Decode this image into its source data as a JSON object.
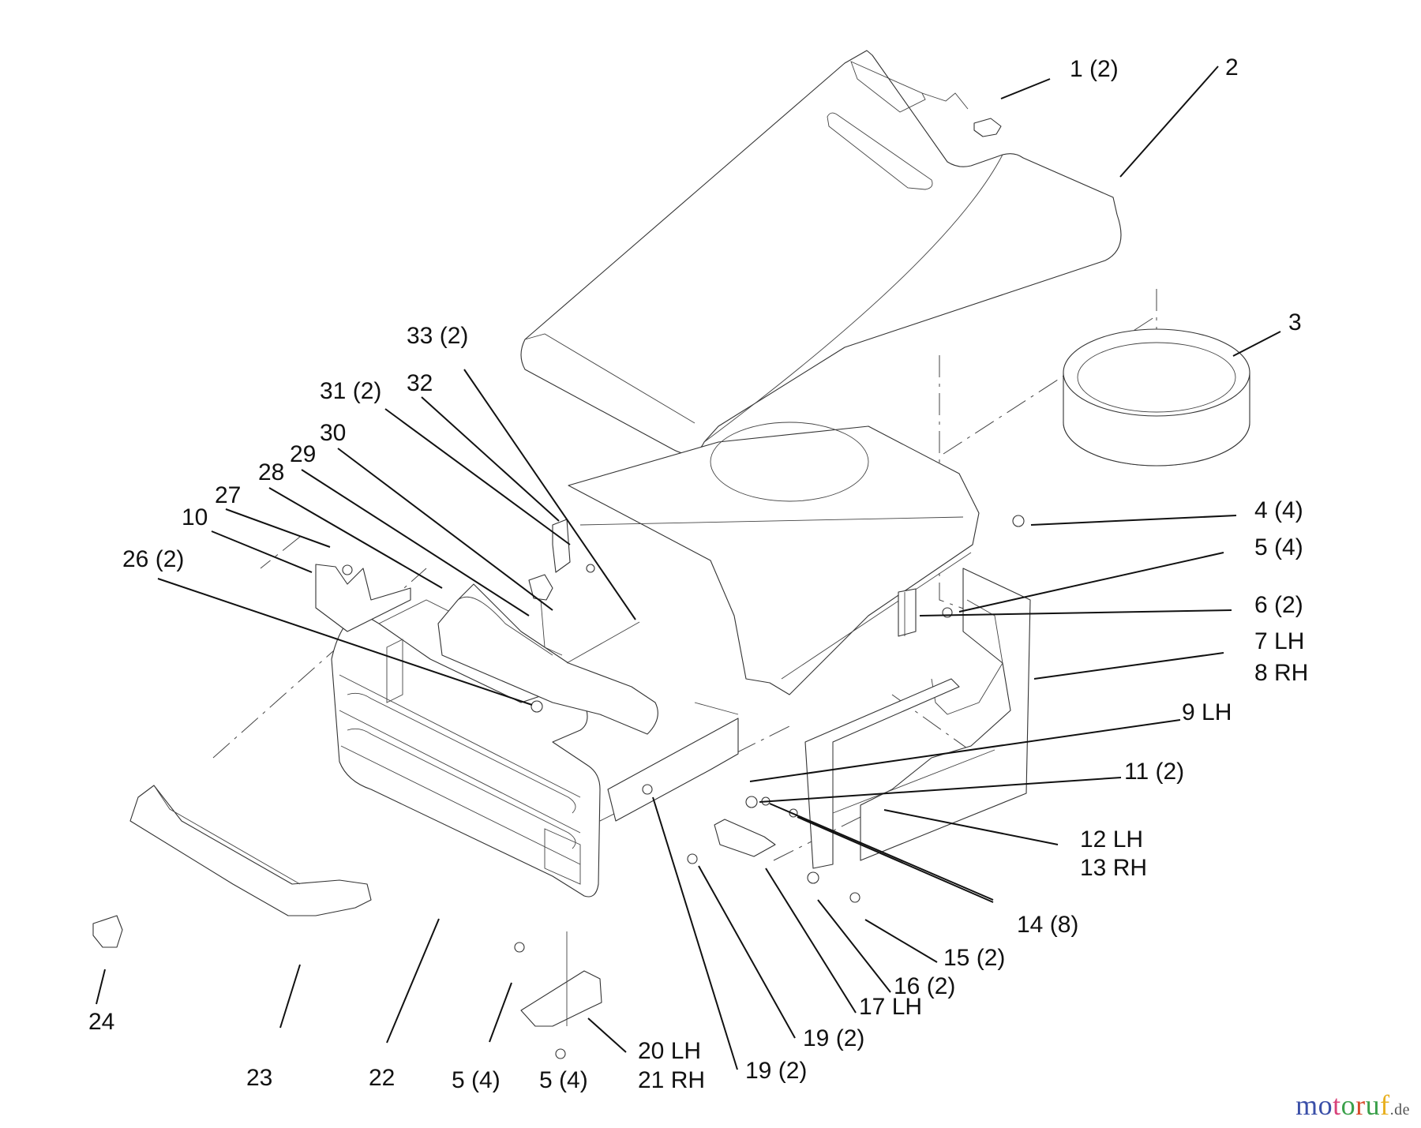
{
  "diagram": {
    "title": "Hood, grille and front panel assembly – exploded parts view",
    "callouts": [
      {
        "id": "c1",
        "label": "1 (2)"
      },
      {
        "id": "c2",
        "label": "2"
      },
      {
        "id": "c3",
        "label": "3"
      },
      {
        "id": "c4",
        "label": "4 (4)"
      },
      {
        "id": "c5a",
        "label": "5 (4)"
      },
      {
        "id": "c6",
        "label": "6 (2)"
      },
      {
        "id": "c7",
        "label": "7 LH"
      },
      {
        "id": "c8",
        "label": "8 RH"
      },
      {
        "id": "c9",
        "label": "9 LH"
      },
      {
        "id": "c11",
        "label": "11 (2)"
      },
      {
        "id": "c12",
        "label": "12 LH"
      },
      {
        "id": "c13",
        "label": "13 RH"
      },
      {
        "id": "c14",
        "label": "14 (8)"
      },
      {
        "id": "c15",
        "label": "15 (2)"
      },
      {
        "id": "c16",
        "label": "16 (2)"
      },
      {
        "id": "c17",
        "label": "17 LH"
      },
      {
        "id": "c19a",
        "label": "19 (2)"
      },
      {
        "id": "c19b",
        "label": "19 (2)"
      },
      {
        "id": "c20",
        "label": "20 LH"
      },
      {
        "id": "c21",
        "label": "21 RH"
      },
      {
        "id": "c5b",
        "label": "5 (4)"
      },
      {
        "id": "c5c",
        "label": "5 (4)"
      },
      {
        "id": "c22",
        "label": "22"
      },
      {
        "id": "c23",
        "label": "23"
      },
      {
        "id": "c24",
        "label": "24"
      },
      {
        "id": "c26",
        "label": "26 (2)"
      },
      {
        "id": "c10",
        "label": "10"
      },
      {
        "id": "c27",
        "label": "27"
      },
      {
        "id": "c28",
        "label": "28"
      },
      {
        "id": "c29",
        "label": "29"
      },
      {
        "id": "c30",
        "label": "30"
      },
      {
        "id": "c31",
        "label": "31 (2)"
      },
      {
        "id": "c32",
        "label": "32"
      },
      {
        "id": "c33",
        "label": "33 (2)"
      }
    ]
  },
  "watermark": {
    "letters": [
      {
        "ch": "m",
        "color": "#3a4fa8"
      },
      {
        "ch": "o",
        "color": "#3a4fa8"
      },
      {
        "ch": "t",
        "color": "#d8427a"
      },
      {
        "ch": "o",
        "color": "#3aa04a"
      },
      {
        "ch": "r",
        "color": "#d84a2a"
      },
      {
        "ch": "u",
        "color": "#3aa04a"
      },
      {
        "ch": "f",
        "color": "#e8b020"
      }
    ],
    "tld": ".de"
  }
}
